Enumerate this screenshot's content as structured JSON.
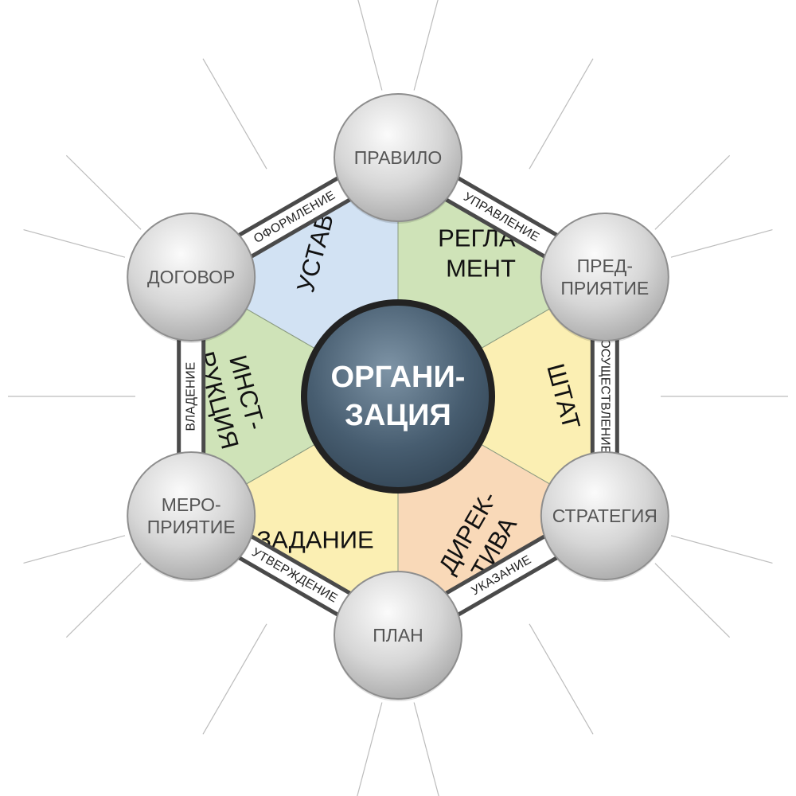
{
  "center": {
    "lines": [
      "ОРГАНИ-",
      "ЗАЦИЯ"
    ]
  },
  "segments": [
    {
      "id": "reglament",
      "lines": [
        "РЕГЛА-",
        "МЕНТ"
      ],
      "color": "#cfe3b8"
    },
    {
      "id": "shtat",
      "lines": [
        "ШТАТ"
      ],
      "color": "#fbefb3"
    },
    {
      "id": "direktiva",
      "lines": [
        "ДИРЕК-",
        "ТИВА"
      ],
      "color": "#f9d9b8"
    },
    {
      "id": "zadanie",
      "lines": [
        "ЗАДАНИЕ"
      ],
      "color": "#fbefb3"
    },
    {
      "id": "instrukciya",
      "lines": [
        "ИНСТ-",
        "РУКЦИЯ"
      ],
      "color": "#cfe3b8"
    },
    {
      "id": "ustav",
      "lines": [
        "УСТАВ"
      ],
      "color": "#d2e2f3"
    }
  ],
  "nodes": [
    {
      "id": "pravilo",
      "lines": [
        "ПРАВИЛО"
      ]
    },
    {
      "id": "predpriyatie",
      "lines": [
        "ПРЕД-",
        "ПРИЯТИЕ"
      ]
    },
    {
      "id": "strategiya",
      "lines": [
        "СТРАТЕГИЯ"
      ]
    },
    {
      "id": "plan",
      "lines": [
        "ПЛАН"
      ]
    },
    {
      "id": "meropriyatie",
      "lines": [
        "МЕРО-",
        "ПРИЯТИЕ"
      ]
    },
    {
      "id": "dogovor",
      "lines": [
        "ДОГОВОР"
      ]
    }
  ],
  "edges": [
    {
      "id": "upravlenie",
      "label": "УПРАВЛЕНИЕ"
    },
    {
      "id": "osushchestvlenie",
      "label": "ОСУЩЕСТВЛЕНИЕ"
    },
    {
      "id": "ukazanie",
      "label": "УКАЗАНИЕ"
    },
    {
      "id": "utverzhdenie",
      "label": "УТВЕРЖДЕНИЕ"
    },
    {
      "id": "vladenie",
      "label": "ВЛАДЕНИЕ"
    },
    {
      "id": "oformlenie",
      "label": "ОФОРМЛЕНИЕ"
    }
  ],
  "colors": {
    "frame": "#4a4a4a",
    "center_fill": "#3e5468",
    "center_border": "#222222",
    "node_fill": "#d4d4d4",
    "spoke": "#bcbcbc"
  }
}
